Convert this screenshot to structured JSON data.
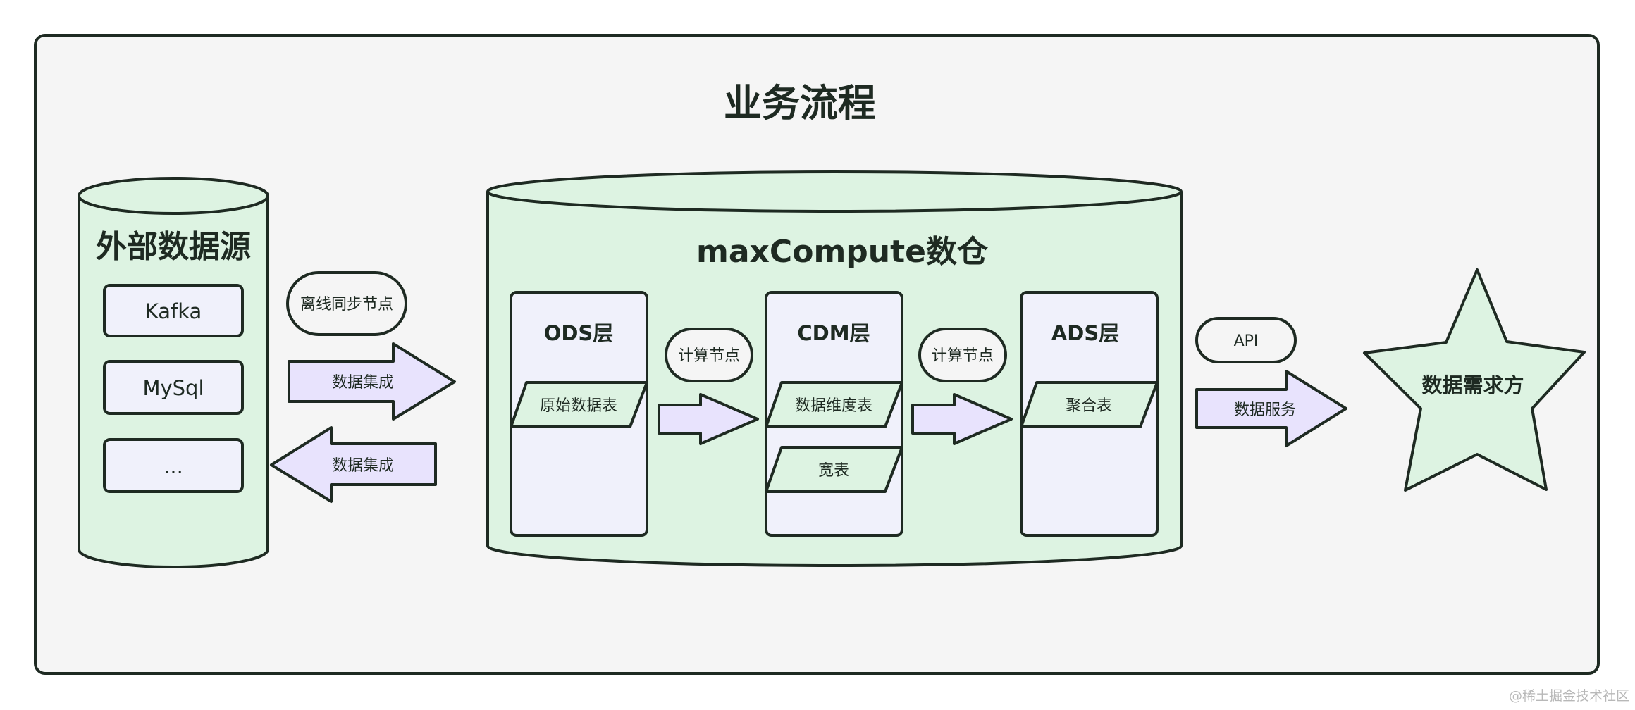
{
  "title": "业务流程",
  "external": {
    "title": "外部数据源",
    "items": [
      "Kafka",
      "MySql",
      "..."
    ]
  },
  "sync_label": "离线同步节点",
  "integration_right": "数据集成",
  "integration_left": "数据集成",
  "warehouse": {
    "title": "maxCompute数仓",
    "layers": [
      {
        "name": "ODS层",
        "tables": [
          "原始数据表"
        ]
      },
      {
        "name": "CDM层",
        "tables": [
          "数据维度表",
          "宽表"
        ]
      },
      {
        "name": "ADS层",
        "tables": [
          "聚合表"
        ]
      }
    ],
    "compute_labels": [
      "计算节点",
      "计算节点"
    ]
  },
  "api_label": "API",
  "service_label": "数据服务",
  "consumer": "数据需求方",
  "watermark": "@稀土掘金技术社区",
  "colors": {
    "green_fill": "#ddf3e2",
    "lavender_fill": "#e8e3fd",
    "box_fill": "#f0f1fb",
    "background": "#f5f5f5",
    "stroke": "#1e2a22"
  }
}
